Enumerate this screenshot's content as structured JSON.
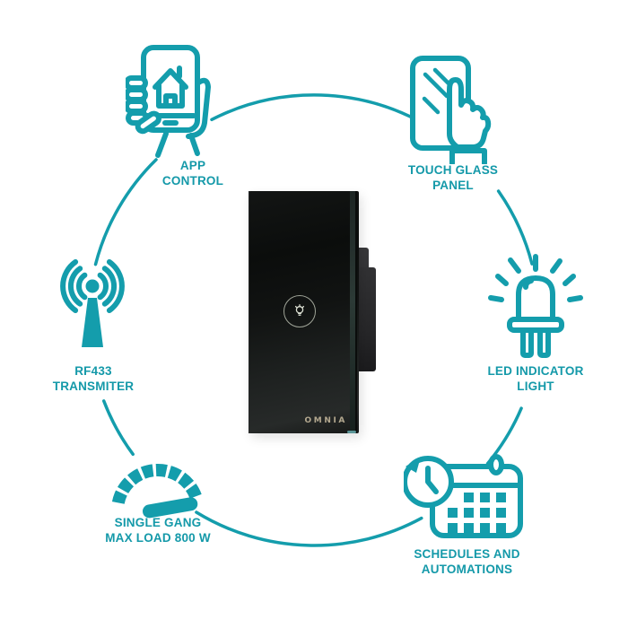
{
  "colors": {
    "accent_teal": "#149dac",
    "switch_body": "#141615",
    "brand_text": "#b3a88f"
  },
  "product": {
    "brand": "OMNIA",
    "type_hint": "smart touch wall switch",
    "touch_button_icon": "light-bulb-touch-icon"
  },
  "features": [
    {
      "id": "app-control",
      "icon": "hand-holding-smartphone-icon",
      "label": "APP\nCONTROL"
    },
    {
      "id": "touch-glass-panel",
      "icon": "finger-touching-glass-icon",
      "label": "TOUCH GLASS\nPANEL"
    },
    {
      "id": "rf433-transmiter",
      "icon": "radio-antenna-icon",
      "label": "RF433\nTRANSMITER"
    },
    {
      "id": "led-indicator-light",
      "icon": "led-diode-icon",
      "label": "LED INDICATOR\nLIGHT"
    },
    {
      "id": "single-gang-max-load",
      "icon": "gauge-icon",
      "label": "SINGLE GANG\nMAX LOAD 800 W"
    },
    {
      "id": "schedules-automations",
      "icon": "clock-calendar-icon",
      "label": "SCHEDULES AND\nAUTOMATIONS"
    }
  ]
}
